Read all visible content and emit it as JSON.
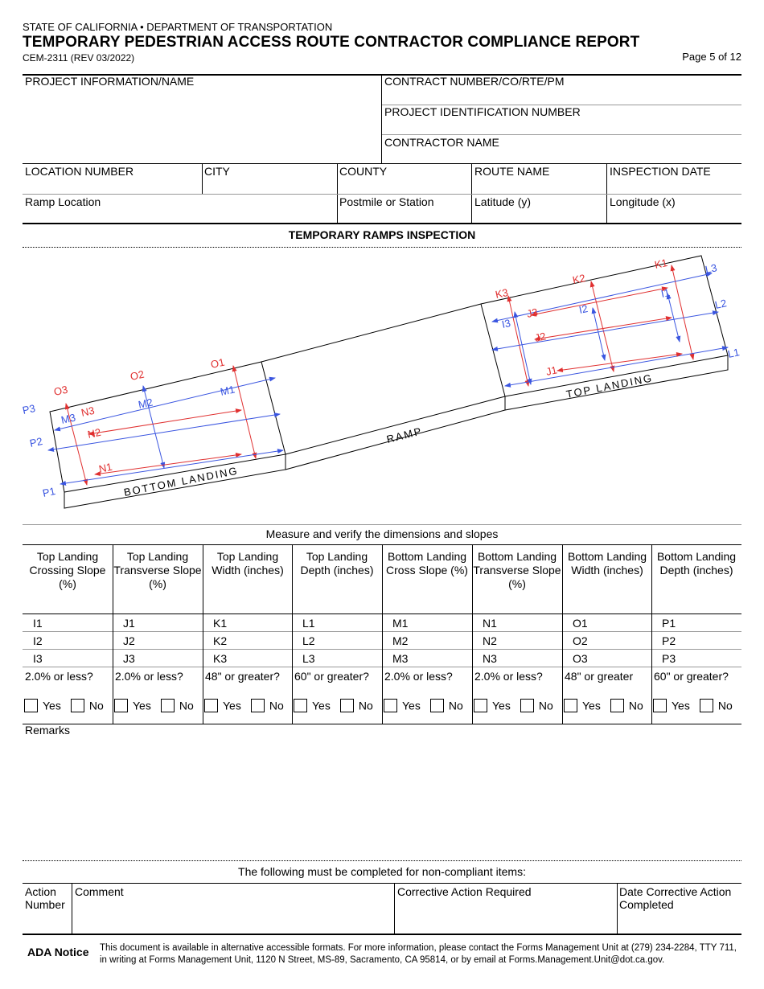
{
  "header": {
    "agency": "STATE OF CALIFORNIA • DEPARTMENT OF TRANSPORTATION",
    "title": "TEMPORARY PEDESTRIAN ACCESS ROUTE CONTRACTOR COMPLIANCE REPORT",
    "form_number": "CEM-2311 (REV 03/2022)",
    "page": "Page 5 of 12"
  },
  "project": {
    "project_info": "PROJECT INFORMATION/NAME",
    "contract_number": "CONTRACT NUMBER/CO/RTE/PM",
    "project_id": "PROJECT IDENTIFICATION NUMBER",
    "contractor_name": "CONTRACTOR NAME",
    "location_number": "LOCATION NUMBER",
    "city": "CITY",
    "county": "COUNTY",
    "route_name": "ROUTE NAME",
    "inspection_date": "INSPECTION DATE",
    "ramp_location": "Ramp Location",
    "postmile": "Postmile or Station",
    "latitude": "Latitude (y)",
    "longitude": "Longitude (x)"
  },
  "section_title": "TEMPORARY RAMPS INSPECTION",
  "diagram": {
    "bottom_landing": "BOTTOM LANDING",
    "top_landing": "TOP LANDING",
    "ramp": "RAMP",
    "labels": {
      "P1": "P1",
      "P2": "P2",
      "P3": "P3",
      "O1": "O1",
      "O2": "O2",
      "O3": "O3",
      "N1": "N1",
      "N2": "N2",
      "N3": "N3",
      "M1": "M1",
      "M2": "M2",
      "M3": "M3",
      "L1": "L1",
      "L2": "L2",
      "L3": "L3",
      "K1": "K1",
      "K2": "K2",
      "K3": "K3",
      "J1": "J1",
      "J2": "J2",
      "J3": "J3",
      "I1": "I1",
      "I2": "I2",
      "I3": "I3"
    }
  },
  "measure_title": "Measure and verify the dimensions and slopes",
  "table": {
    "columns": [
      {
        "header": "Top Landing Crossing Slope (%)",
        "rows": [
          "I1",
          "I2",
          "I3"
        ],
        "criterion": "2.0% or less?"
      },
      {
        "header": "Top Landing Transverse Slope (%)",
        "rows": [
          "J1",
          "J2",
          "J3"
        ],
        "criterion": "2.0% or less?"
      },
      {
        "header": "Top Landing Width (inches)",
        "rows": [
          "K1",
          "K2",
          "K3"
        ],
        "criterion": "48\" or greater?"
      },
      {
        "header": "Top Landing Depth (inches)",
        "rows": [
          "L1",
          "L2",
          "L3"
        ],
        "criterion": "60\" or greater?"
      },
      {
        "header": "Bottom Landing Cross Slope (%)",
        "rows": [
          "M1",
          "M2",
          "M3"
        ],
        "criterion": "2.0% or less?"
      },
      {
        "header": "Bottom Landing Transverse Slope (%)",
        "rows": [
          "N1",
          "N2",
          "N3"
        ],
        "criterion": "2.0% or less?"
      },
      {
        "header": "Bottom Landing Width (inches)",
        "rows": [
          "O1",
          "O2",
          "O3"
        ],
        "criterion": "48\" or greater"
      },
      {
        "header": "Bottom Landing Depth (inches)",
        "rows": [
          "P1",
          "P2",
          "P3"
        ],
        "criterion": "60\" or greater?"
      }
    ],
    "yes": "Yes",
    "no": "No"
  },
  "remarks": "Remarks",
  "noncompliant": {
    "title": "The following must be completed for non-compliant items:",
    "action_number": "Action Number",
    "comment": "Comment",
    "corrective_action": "Corrective Action Required",
    "date_completed": "Date Corrective Action Completed"
  },
  "ada": {
    "label": "ADA Notice",
    "text": "This document is available in alternative accessible formats. For more information, please contact the Forms Management Unit at (279) 234-2284, TTY 711, in writing at Forms Management Unit, 1120 N Street, MS-89, Sacramento, CA 95814, or by email at Forms.Management.Unit@dot.ca.gov."
  }
}
